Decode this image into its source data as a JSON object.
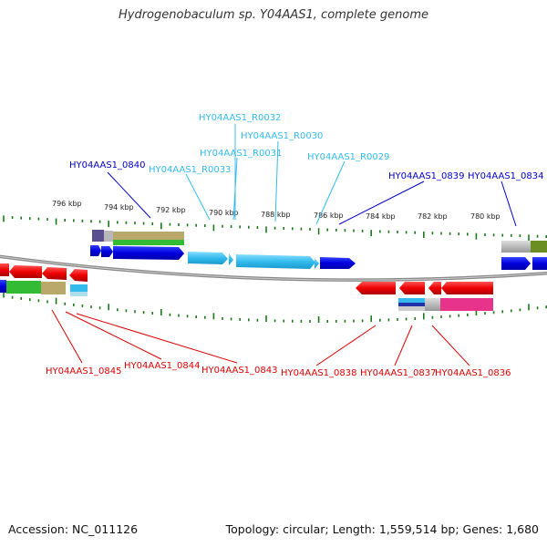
{
  "title": "Hydrogenobaculum sp. Y04AAS1, complete genome",
  "footer": {
    "accession": "Accession: NC_011126",
    "summary": "Topology: circular; Length: 1,559,514 bp; Genes: 1,680"
  },
  "colors": {
    "dark_blue": "#0000cc",
    "cyan": "#33bbee",
    "red": "#dd0000",
    "tick_green": "#1a7a1a",
    "backbone": "#888888"
  },
  "scale_labels": [
    "796 kbp",
    "794 kbp",
    "792 kbp",
    "790 kbp",
    "788 kbp",
    "786 kbp",
    "784 kbp",
    "782 kbp",
    "780 kbp"
  ],
  "upper_labels": [
    {
      "text": "HY04AAS1_R0032",
      "color": "cyan"
    },
    {
      "text": "HY04AAS1_R0030",
      "color": "cyan"
    },
    {
      "text": "HY04AAS1_R0031",
      "color": "cyan"
    },
    {
      "text": "HY04AAS1_0840",
      "color": "dark_blue"
    },
    {
      "text": "HY04AAS1_R0033",
      "color": "cyan"
    },
    {
      "text": "HY04AAS1_R0029",
      "color": "cyan"
    },
    {
      "text": "HY04AAS1_0839",
      "color": "dark_blue"
    },
    {
      "text": "HY04AAS1_0834",
      "color": "dark_blue"
    }
  ],
  "lower_labels": [
    {
      "text": "HY04AAS1_0845",
      "color": "red"
    },
    {
      "text": "HY04AAS1_0844",
      "color": "red"
    },
    {
      "text": "HY04AAS1_0843",
      "color": "red"
    },
    {
      "text": "HY04AAS1_0838",
      "color": "red"
    },
    {
      "text": "HY04AAS1_0837",
      "color": "red"
    },
    {
      "text": "HY04AAS1_0836",
      "color": "red"
    }
  ]
}
